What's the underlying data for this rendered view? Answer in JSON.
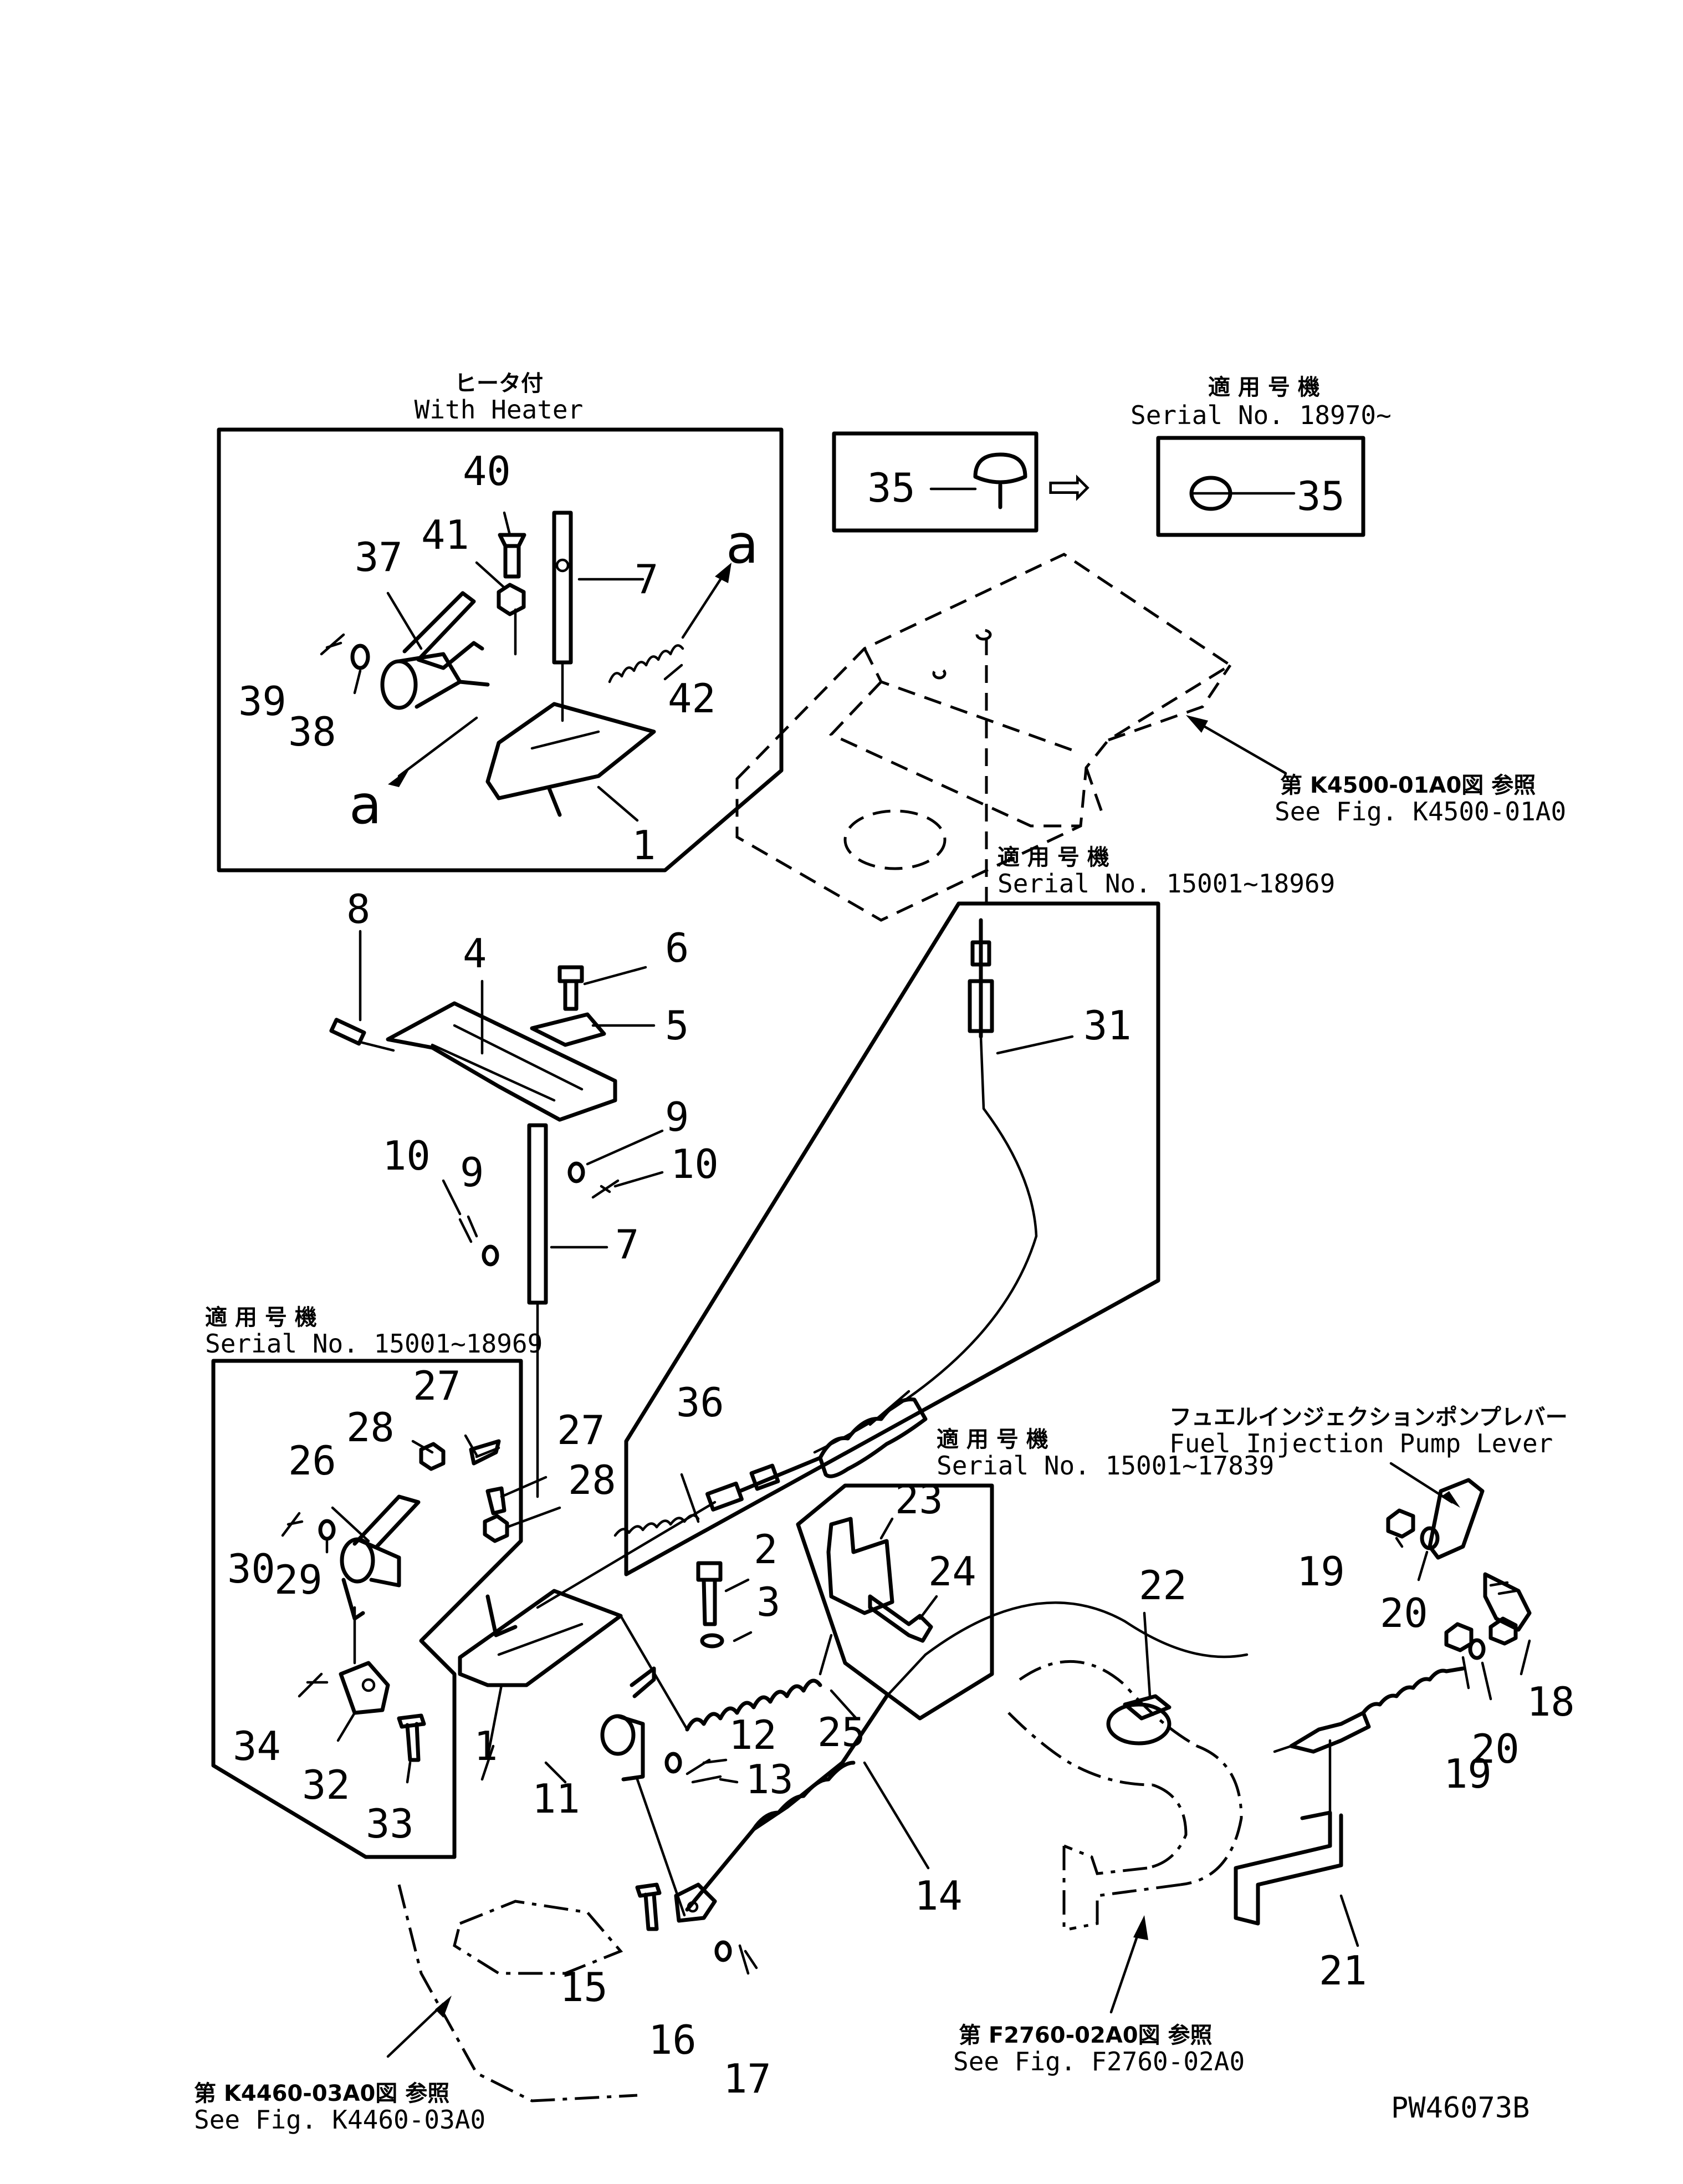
{
  "drawing": {
    "code": "PW46073B",
    "arrow_glyph": "⇨"
  },
  "boxes": {
    "heater": {
      "jp": "ヒータ付",
      "en": "With Heater"
    },
    "serial_top": {
      "jp": "適 用 号 機",
      "en": "Serial No. 18970~"
    },
    "serial_cable": {
      "jp": "適 用 号 機",
      "en": "Serial No. 15001~18969"
    },
    "serial_left": {
      "jp": "適 用 号 機",
      "en": "Serial No. 15001~18969"
    },
    "serial_bracket": {
      "jp": "適 用 号 機",
      "en": "Serial No. 15001~17839"
    }
  },
  "references": {
    "fig_k4500": {
      "jp": "第 K4500-01A0図 参照",
      "en": "See Fig. K4500-01A0"
    },
    "fig_k4460": {
      "jp": "第 K4460-03A0図 参照",
      "en": "See Fig. K4460-03A0"
    },
    "fig_f2760": {
      "jp": "第 F2760-02A0図 参照",
      "en": "See Fig. F2760-02A0"
    },
    "fuel_pump": {
      "jp": "フュエルインジェクションポンプレバー",
      "en": "Fuel Injection Pump Lever"
    }
  },
  "markers": {
    "a_top": "a",
    "a_bottom": "a"
  },
  "callouts": {
    "c1_heater": "1",
    "c7_heater": "7",
    "c37": "37",
    "c38": "38",
    "c39": "39",
    "c40": "40",
    "c41": "41",
    "c42": "42",
    "c35_left": "35",
    "c35_right": "35",
    "c4": "4",
    "c5": "5",
    "c6": "6",
    "c7_mid": "7",
    "c8": "8",
    "c9_right": "9",
    "c9_left": "9",
    "c10_left": "10",
    "c10_right": "10",
    "c31": "31",
    "c36": "36",
    "c26": "26",
    "c27_top": "27",
    "c27_mid": "27",
    "c28_top": "28",
    "c28_mid": "28",
    "c29": "29",
    "c30": "30",
    "c32": "32",
    "c33": "33",
    "c34": "34",
    "c1_main": "1",
    "c2": "2",
    "c3": "3",
    "c11": "11",
    "c12": "12",
    "c13": "13",
    "c14": "14",
    "c15": "15",
    "c16": "16",
    "c17": "17",
    "c18": "18",
    "c19_top": "19",
    "c19_bottom": "19",
    "c20_top": "20",
    "c20_bottom": "20",
    "c21": "21",
    "c22": "22",
    "c23": "23",
    "c24": "24",
    "c25": "25"
  }
}
